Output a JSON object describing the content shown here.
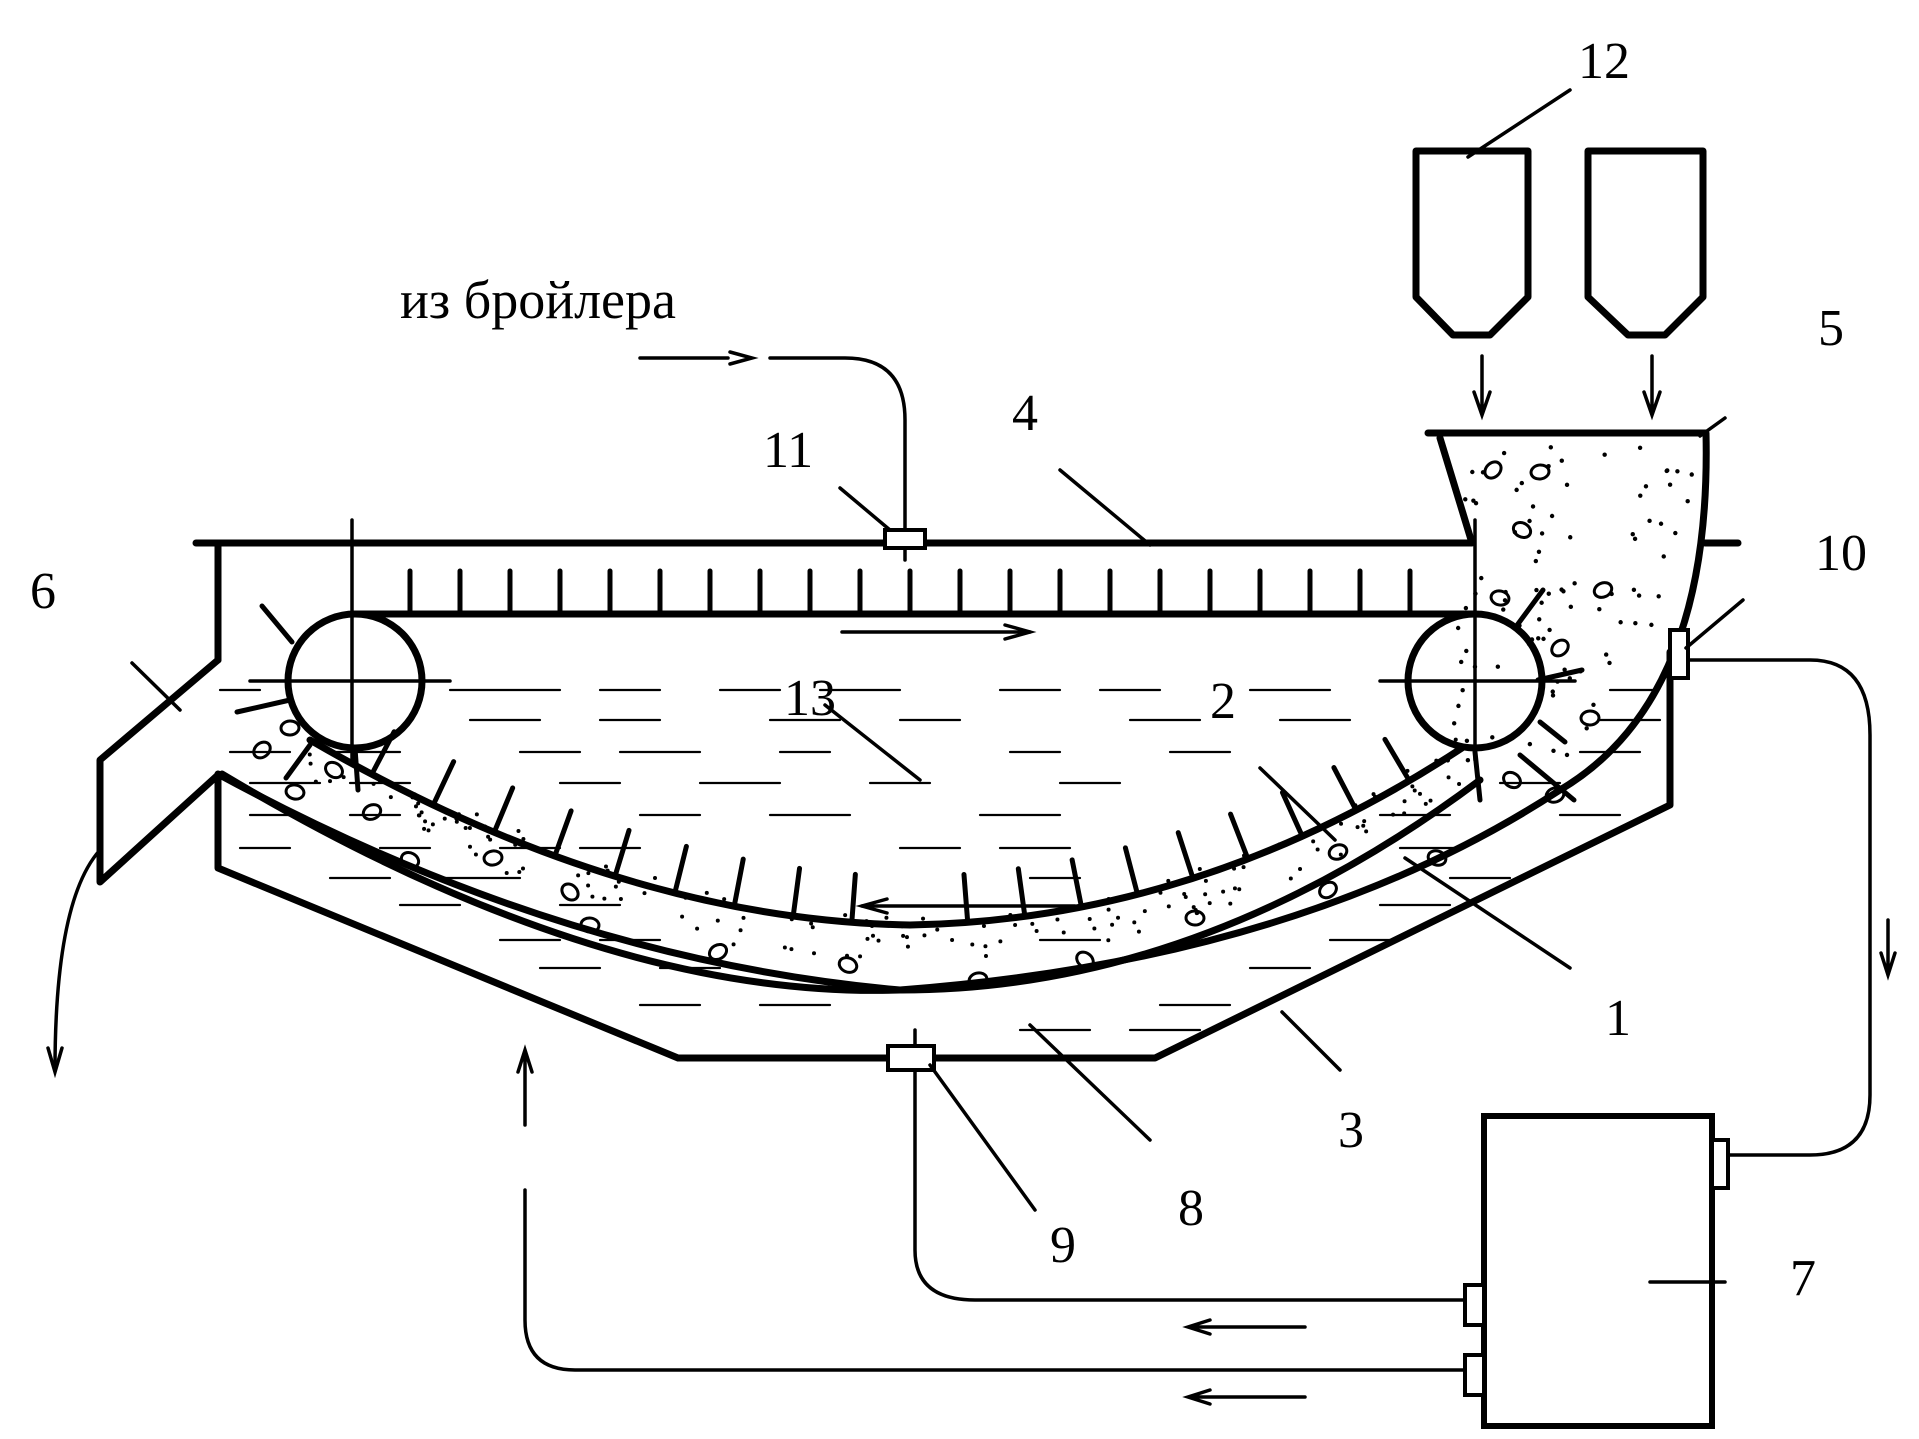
{
  "diagram": {
    "caption": "из бройлера",
    "labels": [
      "1",
      "2",
      "3",
      "4",
      "5",
      "6",
      "7",
      "8",
      "9",
      "10",
      "11",
      "12",
      "13"
    ],
    "line_color": "#000000",
    "background": "#ffffff"
  }
}
